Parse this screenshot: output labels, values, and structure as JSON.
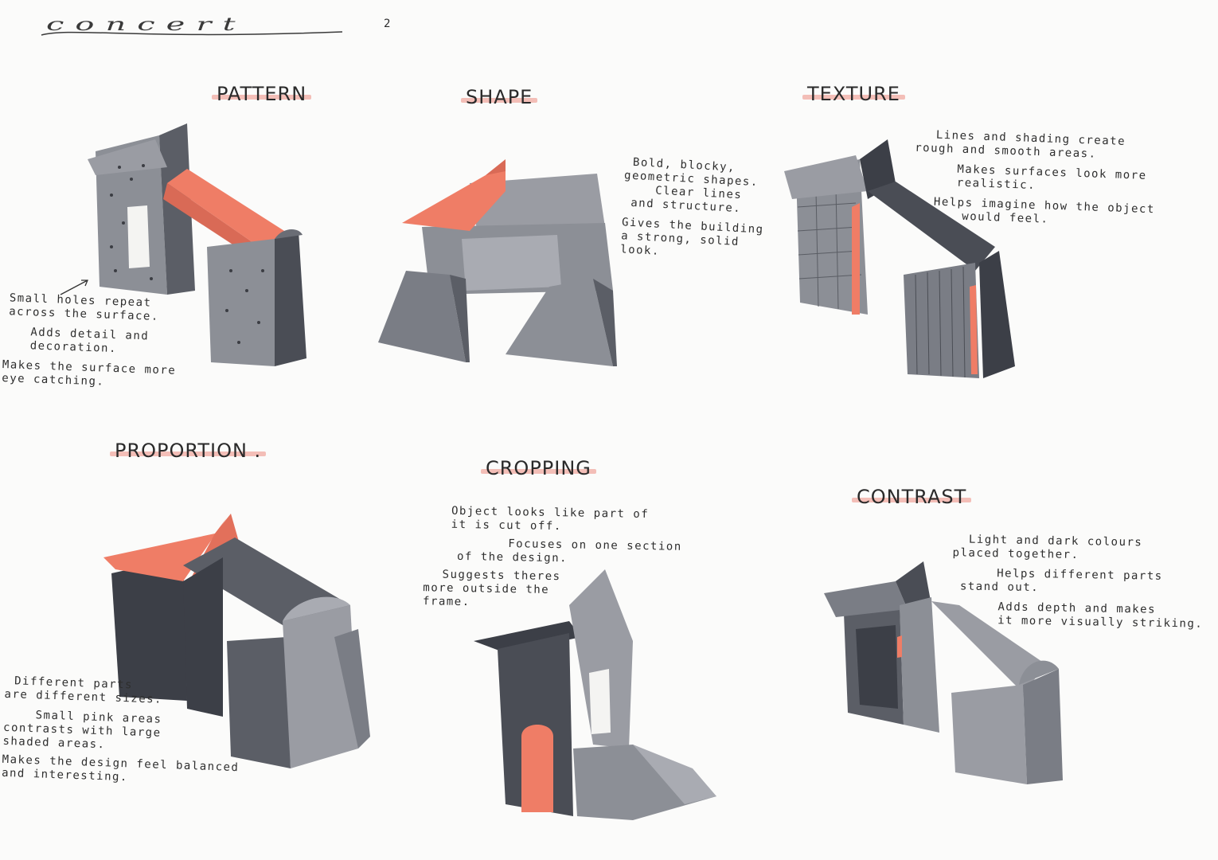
{
  "page": {
    "title": "concert",
    "number": "2"
  },
  "colors": {
    "accent": "#ef7d66",
    "dark": "#3c3f47",
    "mid": "#7a7d85",
    "light": "#a9abb2"
  },
  "panels": {
    "pattern": {
      "heading": "PATTERN",
      "notes": [
        "Small holes repeat",
        "across the surface.",
        "Adds detail and",
        "decoration.",
        "Makes the surface more",
        "eye catching."
      ]
    },
    "shape": {
      "heading": "SHAPE",
      "notes": [
        "Bold, blocky,",
        "geometric shapes.",
        "Clear lines",
        "and structure.",
        "Gives the building",
        "a strong, solid",
        "look."
      ]
    },
    "texture": {
      "heading": "TEXTURE",
      "notes": [
        "Lines and shading create",
        "rough and smooth areas.",
        "Makes surfaces look more",
        "realistic.",
        "Helps imagine how the object",
        "would feel."
      ]
    },
    "proportion": {
      "heading": "PROPORTION",
      "notes": [
        "Different parts",
        "are different sizes.",
        "Small pink areas",
        "contrasts with large",
        "shaded areas.",
        "Makes the design feel balanced",
        "and interesting."
      ]
    },
    "cropping": {
      "heading": "CROPPING",
      "notes": [
        "Object looks like part of",
        "it is cut off.",
        "Focuses on one section",
        "of the design.",
        "Suggests theres",
        "more outside the",
        "frame."
      ]
    },
    "contrast": {
      "heading": "CONTRAST",
      "notes": [
        "Light and dark colours",
        "placed together.",
        "Helps different parts",
        "stand out.",
        "Adds depth and makes",
        "it more visually striking."
      ]
    }
  }
}
